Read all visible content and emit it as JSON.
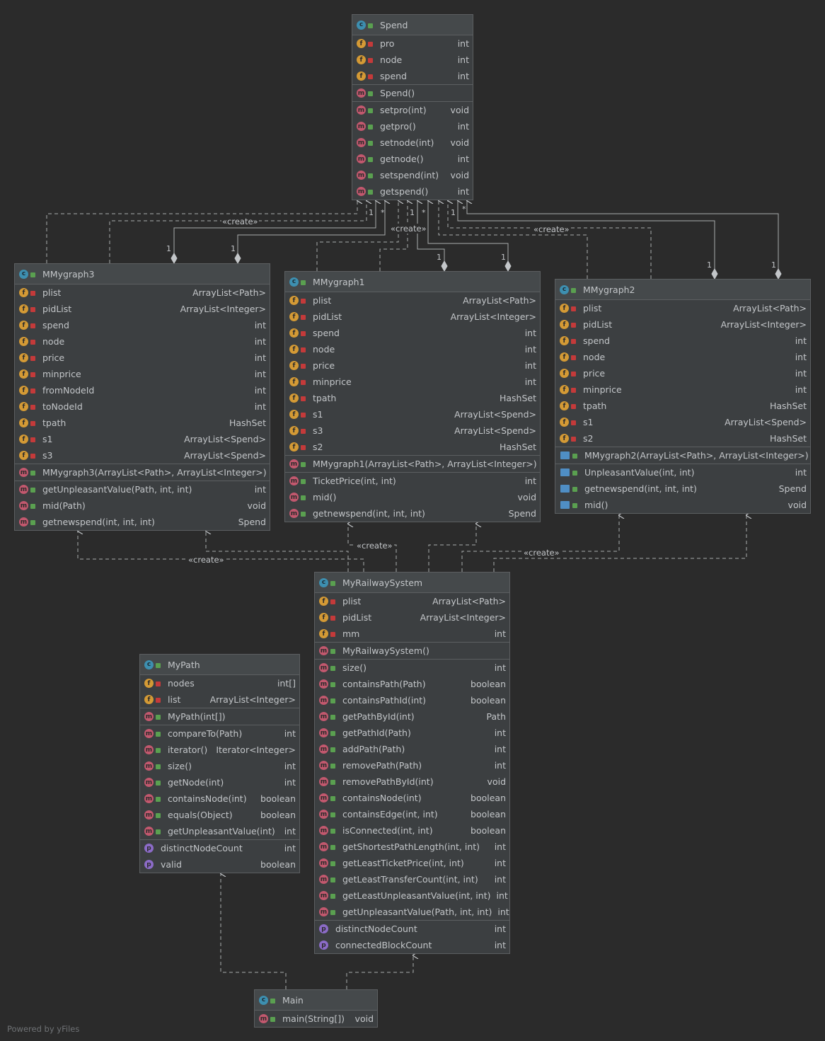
{
  "footer": "Powered by yFiles",
  "create_label": "«create»",
  "multiplicities": {
    "one": "1",
    "many": "*"
  },
  "classes": {
    "spend": {
      "name": "Spend",
      "fields": [
        {
          "name": "pro",
          "type": "int"
        },
        {
          "name": "node",
          "type": "int"
        },
        {
          "name": "spend",
          "type": "int"
        }
      ],
      "constructors": [
        {
          "name": "Spend()",
          "type": ""
        }
      ],
      "methods": [
        {
          "name": "setpro(int)",
          "type": "void"
        },
        {
          "name": "getpro()",
          "type": "int"
        },
        {
          "name": "setnode(int)",
          "type": "void"
        },
        {
          "name": "getnode()",
          "type": "int"
        },
        {
          "name": "setspend(int)",
          "type": "void"
        },
        {
          "name": "getspend()",
          "type": "int"
        }
      ]
    },
    "mmygraph3": {
      "name": "MMygraph3",
      "fields": [
        {
          "name": "plist",
          "type": "ArrayList<Path>"
        },
        {
          "name": "pidList",
          "type": "ArrayList<Integer>"
        },
        {
          "name": "spend",
          "type": "int"
        },
        {
          "name": "node",
          "type": "int"
        },
        {
          "name": "price",
          "type": "int"
        },
        {
          "name": "minprice",
          "type": "int"
        },
        {
          "name": "fromNodeId",
          "type": "int"
        },
        {
          "name": "toNodeId",
          "type": "int"
        },
        {
          "name": "tpath",
          "type": "HashSet"
        },
        {
          "name": "s1",
          "type": "ArrayList<Spend>"
        },
        {
          "name": "s3",
          "type": "ArrayList<Spend>"
        }
      ],
      "constructors": [
        {
          "name": "MMygraph3(ArrayList<Path>, ArrayList<Integer>)",
          "type": ""
        }
      ],
      "methods": [
        {
          "name": "getUnpleasantValue(Path, int, int)",
          "type": "int"
        },
        {
          "name": "mid(Path)",
          "type": "void"
        },
        {
          "name": "getnewspend(int, int, int)",
          "type": "Spend"
        }
      ]
    },
    "mmygraph1": {
      "name": "MMygraph1",
      "fields": [
        {
          "name": "plist",
          "type": "ArrayList<Path>"
        },
        {
          "name": "pidList",
          "type": "ArrayList<Integer>"
        },
        {
          "name": "spend",
          "type": "int"
        },
        {
          "name": "node",
          "type": "int"
        },
        {
          "name": "price",
          "type": "int"
        },
        {
          "name": "minprice",
          "type": "int"
        },
        {
          "name": "tpath",
          "type": "HashSet"
        },
        {
          "name": "s1",
          "type": "ArrayList<Spend>"
        },
        {
          "name": "s3",
          "type": "ArrayList<Spend>"
        },
        {
          "name": "s2",
          "type": "HashSet"
        }
      ],
      "constructors": [
        {
          "name": "MMygraph1(ArrayList<Path>, ArrayList<Integer>)",
          "type": ""
        }
      ],
      "methods": [
        {
          "name": "TicketPrice(int, int)",
          "type": "int"
        },
        {
          "name": "mid()",
          "type": "void"
        },
        {
          "name": "getnewspend(int, int, int)",
          "type": "Spend"
        }
      ]
    },
    "mmygraph2": {
      "name": "MMygraph2",
      "fields": [
        {
          "name": "plist",
          "type": "ArrayList<Path>"
        },
        {
          "name": "pidList",
          "type": "ArrayList<Integer>"
        },
        {
          "name": "spend",
          "type": "int"
        },
        {
          "name": "node",
          "type": "int"
        },
        {
          "name": "price",
          "type": "int"
        },
        {
          "name": "minprice",
          "type": "int"
        },
        {
          "name": "tpath",
          "type": "HashSet"
        },
        {
          "name": "s1",
          "type": "ArrayList<Spend>"
        },
        {
          "name": "s2",
          "type": "HashSet"
        }
      ],
      "constructors": [
        {
          "name": "MMygraph2(ArrayList<Path>, ArrayList<Integer>)",
          "type": ""
        }
      ],
      "methods": [
        {
          "name": "UnpleasantValue(int, int)",
          "type": "int"
        },
        {
          "name": "getnewspend(int, int, int)",
          "type": "Spend"
        },
        {
          "name": "mid()",
          "type": "void"
        }
      ]
    },
    "myrailwaysystem": {
      "name": "MyRailwaySystem",
      "fields": [
        {
          "name": "plist",
          "type": "ArrayList<Path>"
        },
        {
          "name": "pidList",
          "type": "ArrayList<Integer>"
        },
        {
          "name": "mm",
          "type": "int"
        }
      ],
      "constructors": [
        {
          "name": "MyRailwaySystem()",
          "type": ""
        }
      ],
      "methods": [
        {
          "name": "size()",
          "type": "int"
        },
        {
          "name": "containsPath(Path)",
          "type": "boolean"
        },
        {
          "name": "containsPathId(int)",
          "type": "boolean"
        },
        {
          "name": "getPathById(int)",
          "type": "Path"
        },
        {
          "name": "getPathId(Path)",
          "type": "int"
        },
        {
          "name": "addPath(Path)",
          "type": "int"
        },
        {
          "name": "removePath(Path)",
          "type": "int"
        },
        {
          "name": "removePathById(int)",
          "type": "void"
        },
        {
          "name": "containsNode(int)",
          "type": "boolean"
        },
        {
          "name": "containsEdge(int, int)",
          "type": "boolean"
        },
        {
          "name": "isConnected(int, int)",
          "type": "boolean"
        },
        {
          "name": "getShortestPathLength(int, int)",
          "type": "int"
        },
        {
          "name": "getLeastTicketPrice(int, int)",
          "type": "int"
        },
        {
          "name": "getLeastTransferCount(int, int)",
          "type": "int"
        },
        {
          "name": "getLeastUnpleasantValue(int, int)",
          "type": "int"
        },
        {
          "name": "getUnpleasantValue(Path, int, int)",
          "type": "int"
        }
      ],
      "properties": [
        {
          "name": "distinctNodeCount",
          "type": "int"
        },
        {
          "name": "connectedBlockCount",
          "type": "int"
        }
      ]
    },
    "mypath": {
      "name": "MyPath",
      "fields": [
        {
          "name": "nodes",
          "type": "int[]"
        },
        {
          "name": "list",
          "type": "ArrayList<Integer>"
        }
      ],
      "constructors": [
        {
          "name": "MyPath(int[])",
          "type": ""
        }
      ],
      "methods": [
        {
          "name": "compareTo(Path)",
          "type": "int"
        },
        {
          "name": "iterator()",
          "type": "Iterator<Integer>"
        },
        {
          "name": "size()",
          "type": "int"
        },
        {
          "name": "getNode(int)",
          "type": "int"
        },
        {
          "name": "containsNode(int)",
          "type": "boolean"
        },
        {
          "name": "equals(Object)",
          "type": "boolean"
        },
        {
          "name": "getUnpleasantValue(int)",
          "type": "int"
        }
      ],
      "properties": [
        {
          "name": "distinctNodeCount",
          "type": "int"
        },
        {
          "name": "valid",
          "type": "boolean"
        }
      ]
    },
    "main": {
      "name": "Main",
      "methods": [
        {
          "name": "main(String[])",
          "type": "void"
        }
      ]
    }
  }
}
